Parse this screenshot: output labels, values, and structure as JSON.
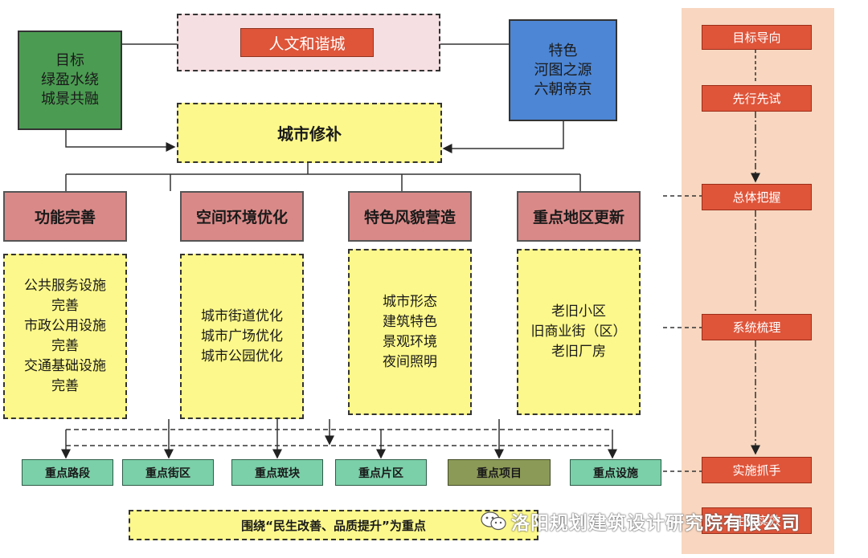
{
  "header": {
    "center_title": "人文和谐城",
    "left_box": [
      "目标",
      "绿盈水绕",
      "城景共融"
    ],
    "right_box": [
      "特色",
      "河图之源",
      "六朝帝京"
    ]
  },
  "main_box": "城市修补",
  "categories": [
    {
      "title": "功能完善",
      "items": [
        "公共服务设施",
        "完善",
        "市政公用设施",
        "完善",
        "交通基础设施",
        "完善"
      ]
    },
    {
      "title": "空间环境优化",
      "items": [
        "城市街道优化",
        "城市广场优化",
        "城市公园优化"
      ]
    },
    {
      "title": "特色风貌营造",
      "items": [
        "城市形态",
        "建筑特色",
        "景观环境",
        "夜间照明"
      ]
    },
    {
      "title": "重点地区更新",
      "items": [
        "老旧小区",
        "旧商业街（区）",
        "老旧厂房"
      ]
    }
  ],
  "focus_items": [
    "重点路段",
    "重点街区",
    "重点斑块",
    "重点片区",
    "重点项目",
    "重点设施"
  ],
  "bottom_banner": "围绕“民生改善、品质提升”为重点",
  "sidebar": [
    "目标导向",
    "先行先试",
    "总体把握",
    "系统梳理",
    "实施抓手",
    "注重实效"
  ],
  "watermark": "洛阳规划建筑设计研究院有限公司",
  "colors": {
    "side_panel": "#f8d6bf",
    "side_item": "#df553a",
    "pink": "#d98a88",
    "yellow": "#fcf88b",
    "teal": "#7bcfa9",
    "olive": "#8c9a58",
    "green": "#4b9c52",
    "blue": "#4d86d4"
  }
}
